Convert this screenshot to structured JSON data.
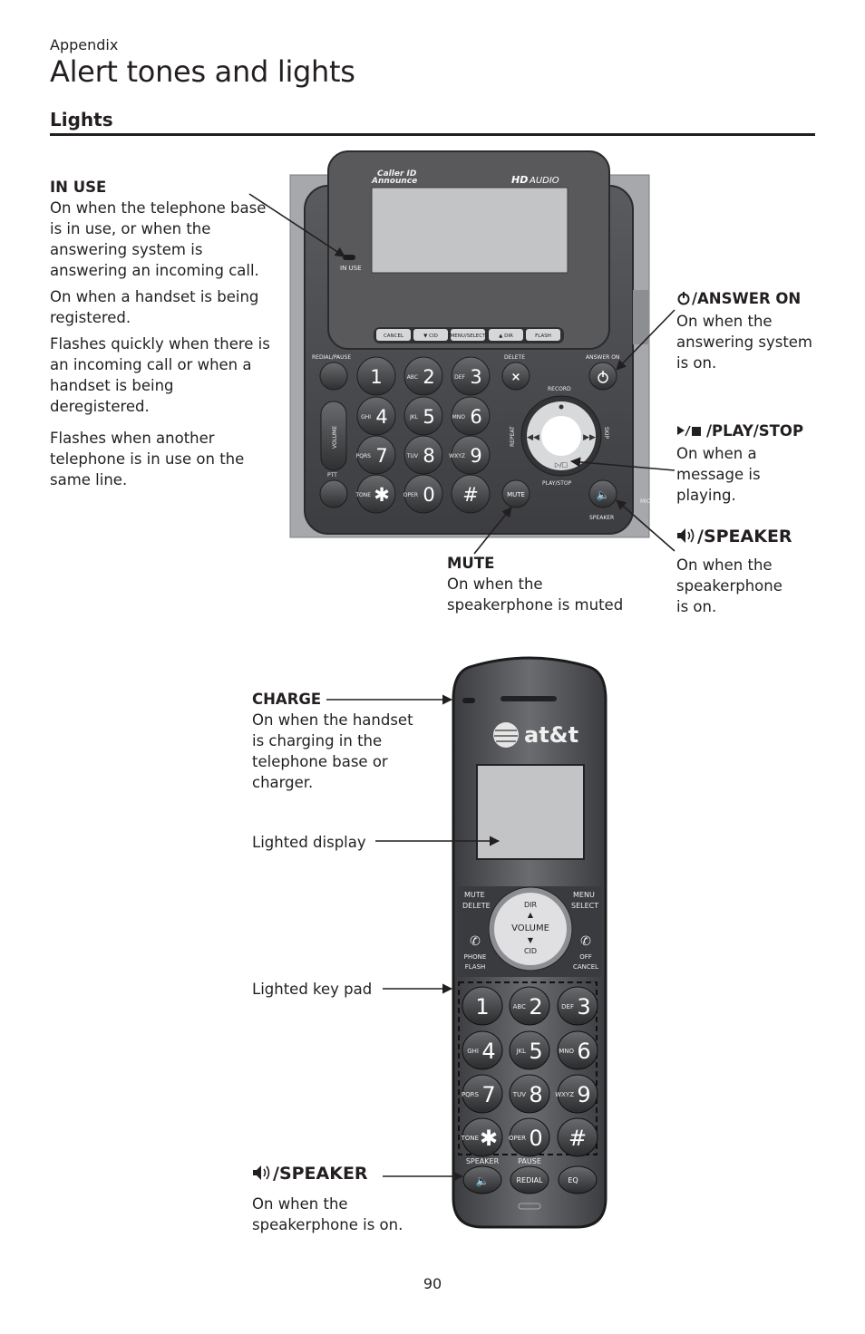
{
  "header": {
    "section_label": "Appendix",
    "title": "Alert tones and lights"
  },
  "section": {
    "heading": "Lights"
  },
  "base_callouts": {
    "in_use": {
      "title": "IN USE",
      "lines": [
        "On when the telephone base is in use, or when the answering system is answering an incoming call.",
        "On when a handset is being registered.",
        "Flashes quickly when there is an incoming call or when a handset is being deregistered.",
        "Flashes when another telephone is in use on the same line."
      ]
    },
    "answer_on": {
      "title": "/ANSWER ON",
      "text": "On when the answering system is on."
    },
    "play_stop": {
      "title": "/PLAY/STOP",
      "text": "On when a message is playing."
    },
    "speaker": {
      "title": "/SPEAKER",
      "text": "On when the speakerphone is on."
    },
    "mute": {
      "title": "MUTE",
      "text": "On when the speakerphone is muted"
    }
  },
  "handset_callouts": {
    "charge": {
      "title": "CHARGE",
      "text": "On when the handset is charging in the telephone base or charger."
    },
    "display": {
      "text": "Lighted display"
    },
    "keypad": {
      "text": "Lighted key pad"
    },
    "speaker": {
      "title": "/SPEAKER",
      "text": "On when the speakerphone is on."
    }
  },
  "base_device": {
    "logo_caller_id": "Caller ID",
    "logo_announce": "Announce",
    "logo_hd": "HD",
    "logo_audio": "AUDIO",
    "in_use_label": "IN USE",
    "softkeys": [
      "CANCEL",
      "▼ CID",
      "MENU/SELECT",
      "▲ DIR",
      "FLASH"
    ],
    "labels": {
      "redial": "REDIAL/PAUSE",
      "delete": "DELETE",
      "answer_on": "ANSWER ON",
      "record": "RECORD",
      "repeat": "REPEAT",
      "skip": "SKIP",
      "play_stop": "PLAY/STOP",
      "speaker": "SPEAKER",
      "mute": "MUTE",
      "ptt": "PTT",
      "volume": "VOLUME",
      "mic": "MIC"
    },
    "keys": [
      {
        "digit": "1",
        "letters": ""
      },
      {
        "digit": "2",
        "letters": "ABC"
      },
      {
        "digit": "3",
        "letters": "DEF"
      },
      {
        "digit": "4",
        "letters": "GHI"
      },
      {
        "digit": "5",
        "letters": "JKL"
      },
      {
        "digit": "6",
        "letters": "MNO"
      },
      {
        "digit": "7",
        "letters": "PQRS"
      },
      {
        "digit": "8",
        "letters": "TUV"
      },
      {
        "digit": "9",
        "letters": "WXYZ"
      },
      {
        "digit": "✱",
        "letters": "TONE"
      },
      {
        "digit": "0",
        "letters": "OPER"
      },
      {
        "digit": "#",
        "letters": ""
      }
    ]
  },
  "handset_device": {
    "brand": "at&t",
    "mute": "MUTE",
    "delete": "DELETE",
    "menu": "MENU",
    "select": "SELECT",
    "dir": "DIR",
    "volume": "VOLUME",
    "cid": "CID",
    "phone": "PHONE",
    "flash": "FLASH",
    "off": "OFF",
    "cancel": "CANCEL",
    "speaker": "SPEAKER",
    "pause": "PAUSE",
    "redial": "REDIAL",
    "eq": "EQ"
  },
  "page_number": "90"
}
